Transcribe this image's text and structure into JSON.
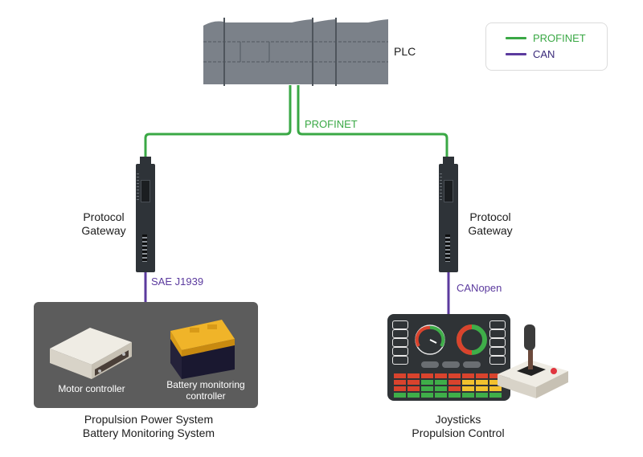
{
  "legend": {
    "items": [
      {
        "label": "PROFINET",
        "color": "#3aa845"
      },
      {
        "label": "CAN",
        "color": "#5b3a9e"
      }
    ]
  },
  "plc": {
    "label": "PLC"
  },
  "links": {
    "plc_to_gateways": "PROFINET",
    "left_gateway_bus": "SAE J1939",
    "right_gateway_bus": "CANopen"
  },
  "left_gateway": {
    "label_line1": "Protocol",
    "label_line2": "Gateway"
  },
  "right_gateway": {
    "label_line1": "Protocol",
    "label_line2": "Gateway"
  },
  "left_system": {
    "devices": [
      {
        "label": "Motor controller",
        "icon": "motor-controller-icon"
      },
      {
        "label_line1": "Battery monitoring",
        "label_line2": "controller",
        "icon": "battery-icon"
      }
    ],
    "caption_line1": "Propulsion Power System",
    "caption_line2": "Battery Monitoring System"
  },
  "right_system": {
    "devices": [
      {
        "icon": "dashboard-panel-icon"
      },
      {
        "icon": "joystick-icon"
      }
    ],
    "caption_line1": "Joysticks",
    "caption_line2": "Propulsion Control"
  },
  "colors": {
    "profinet": "#3aa845",
    "can": "#5b3a9e",
    "device_dark": "#2e3338",
    "panel_grey": "#5c5c5c",
    "plc_grey": "#7b8189"
  }
}
